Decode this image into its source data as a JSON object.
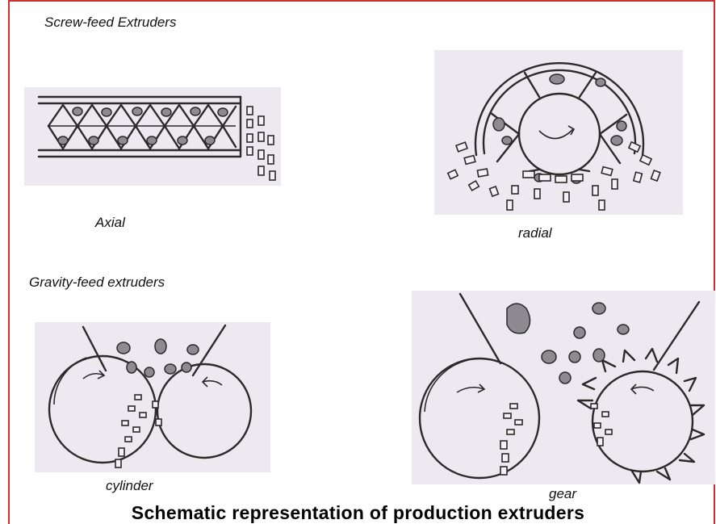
{
  "headings": {
    "screw_feed": "Screw-feed Extruders",
    "gravity_feed": "Gravity-feed extruders"
  },
  "captions": {
    "axial": "Axial",
    "radial": "radial",
    "cylinder": "cylinder",
    "gear": "gear"
  },
  "title": "Schematic representation of production extruders",
  "colors": {
    "frame_border": "#c8342d",
    "sketch_background": "#ece9f0",
    "ink": "#2a2a2a"
  }
}
